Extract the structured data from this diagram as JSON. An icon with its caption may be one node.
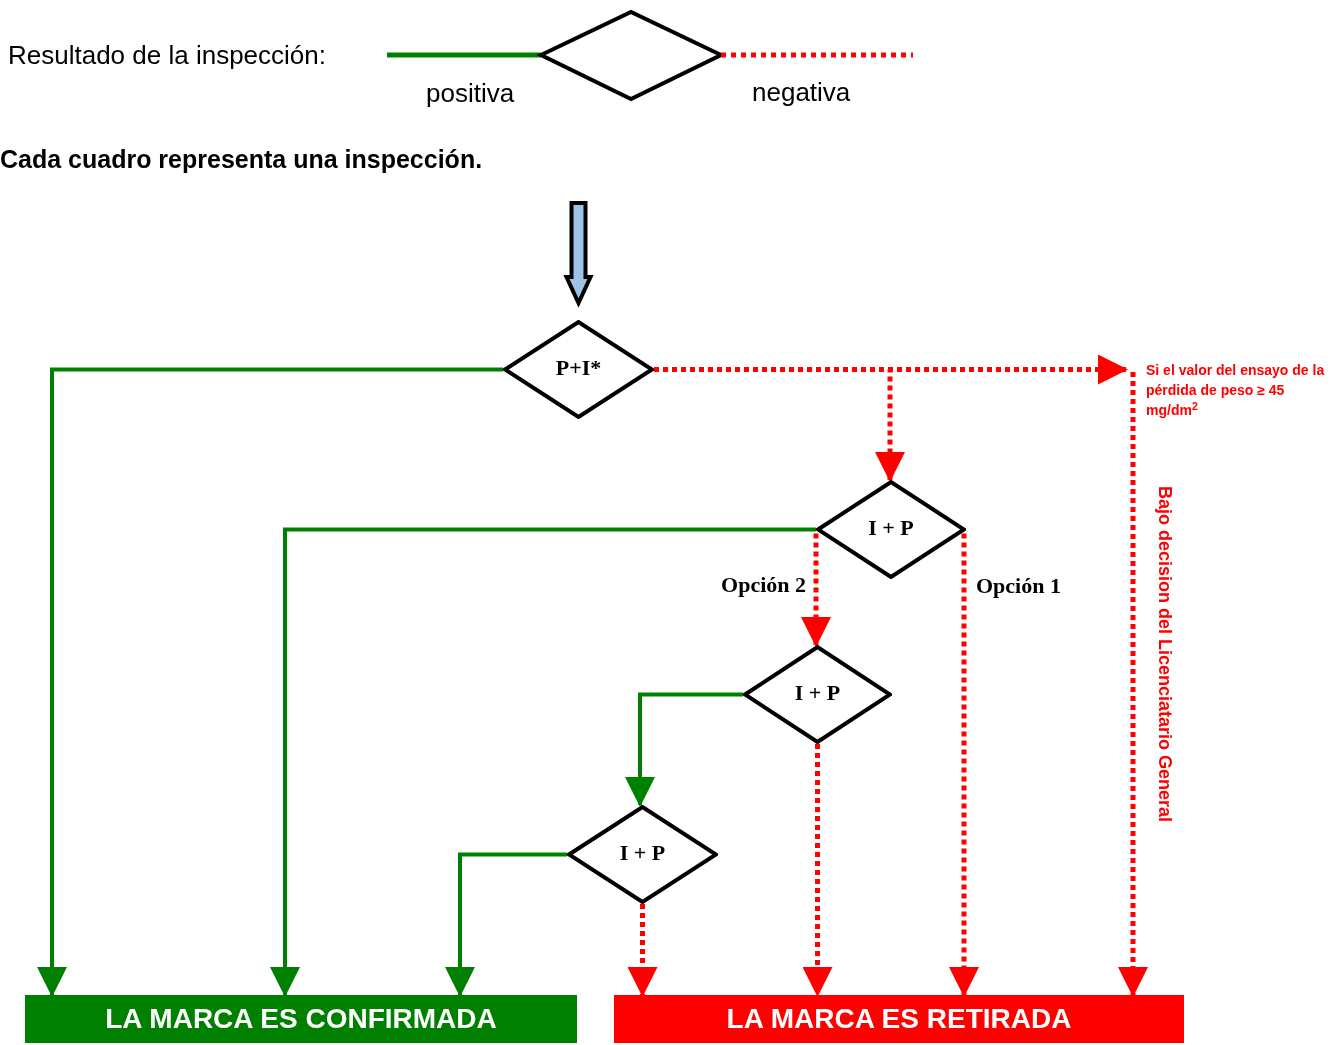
{
  "diagram": {
    "nodes": [
      {
        "text": [
          "P+I*"
        ]
      },
      {
        "text": [
          "I + P"
        ]
      },
      {
        "text": [
          "I + P"
        ]
      },
      {
        "text": [
          "I + P"
        ]
      },
      {
        "text": [
          "LA MARCA ES CONFIRMADA"
        ]
      },
      {
        "text": [
          "LA MARCA ES RETIRADA"
        ]
      },
      {
        "text": [
          "Si el valor del ensayo de la pérdida de peso ≥ 45 mg/dm$^{2}$"
        ]
      }
    ],
    "edges": [
      {
        "from": null,
        "to": 0,
        "arrow": "to",
        "style": "thick",
        "color": "#9dc3e6"
      },
      {
        "from": 0,
        "to": 4,
        "arrow": "to",
        "color": "#008000"
      },
      {
        "from": 0,
        "to": 6,
        "arrow": "to",
        "style": "dashed"
      },
      {
        "from": 0,
        "to": 1,
        "arrow": "to",
        "style": "dashed"
      },
      {
        "from": 6,
        "to": 5,
        "arrow": "to",
        "style": "dashed",
        "label": "Bajo decision del Licenciatario General"
      },
      {
        "from": 1,
        "to": 4,
        "arrow": "to",
        "color": "#008000"
      },
      {
        "from": 1,
        "to": 2,
        "arrow": "to",
        "style": "dashed",
        "label": "Opción 2"
      },
      {
        "from": 1,
        "to": 5,
        "arrow": "to",
        "style": "dashed",
        "label": "Opción 1"
      },
      {
        "from": 2,
        "to": 3,
        "arrow": "to",
        "color": "#008000"
      },
      {
        "from": 2,
        "to": 5,
        "arrow": "to",
        "style": "dashed"
      },
      {
        "from": 3,
        "to": 4,
        "arrow": "to",
        "color": "#008000"
      },
      {
        "from": 3,
        "to": 5,
        "arrow": "to",
        "style": "dashed"
      }
    ],
    "labels": [
      "Resultado de la inspección:",
      "Cada cuadro representa una inspección."
    ],
    "legend": [
      {
        "text": "positiva"
      },
      {
        "text": "negativa"
      }
    ]
  }
}
